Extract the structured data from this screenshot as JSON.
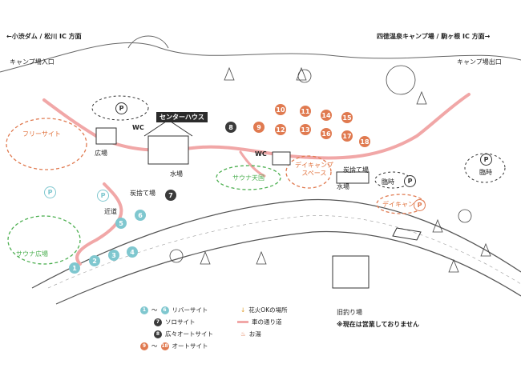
{
  "top_left_direction": "←小渋ダム / 松川 IC 方面",
  "top_right_direction": "四徳温泉キャンプ場 / 駒ヶ根 IC 方面→",
  "entrance": "キャンプ場入口",
  "exit": "キャンプ場出口",
  "center_house": "センターハウス",
  "areas": {
    "free_site": "フリーサイト",
    "sauna_square": "サウナ広場",
    "sauna_heaven": "サウナ天国",
    "day_camp_space": "デイキャンプ\nスペース",
    "day_camp": "デイキャンプ",
    "plaza": "広場"
  },
  "facilities": {
    "wc1": "WC",
    "wc2": "WC",
    "water1": "水場",
    "water2": "水場",
    "bbq1": "炭捨て場",
    "bbq2": "炭捨て場",
    "near_road": "近道",
    "temp_parking1": "臨時",
    "temp_parking2": "臨時",
    "parking_letter": "P"
  },
  "river_sites": [
    "1",
    "2",
    "3",
    "4",
    "5",
    "6"
  ],
  "solo_site": "7",
  "wide_auto_site": "8",
  "auto_sites": [
    "9",
    "10",
    "11",
    "12",
    "13",
    "14",
    "15",
    "16",
    "17",
    "18"
  ],
  "legend": {
    "river_range_start": "1",
    "river_range_sep": "〜",
    "river_range_end": "6",
    "river_label": "リバーサイト",
    "solo_num": "7",
    "solo_label": "ソロサイト",
    "wide_num": "8",
    "wide_label": "広々オートサイト",
    "auto_start": "9",
    "auto_sep": "〜",
    "auto_end": "18",
    "auto_label": "オートサイト",
    "fire_label": "花火OKの場所",
    "road_label": "車の通り道",
    "hot_water_label": "お湯"
  },
  "notes": {
    "fishing": "旧釣り場",
    "closed": "※現在は営業しておりません"
  },
  "colors": {
    "blue": "#7fc7cf",
    "orange": "#e07a50",
    "dark": "#3a3a3a",
    "road": "#f1a7a7",
    "green": "#4caf50"
  }
}
